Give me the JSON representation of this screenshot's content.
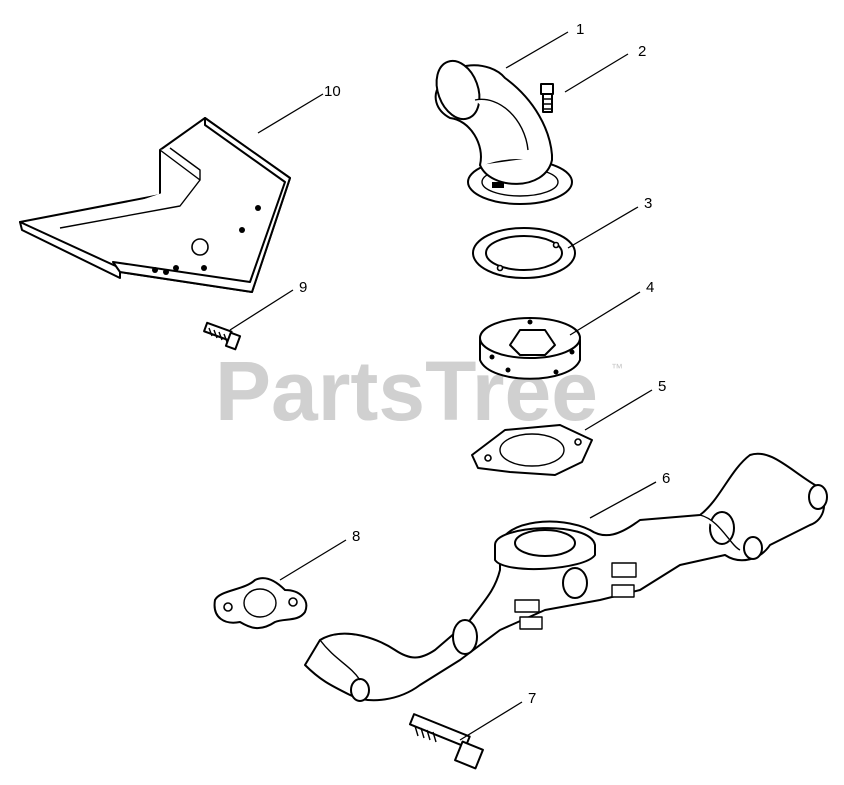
{
  "watermark": {
    "text": "PartsTree",
    "trademark": "™",
    "color": "#c8c8c8"
  },
  "callouts": [
    {
      "id": "1",
      "part": "exhaust elbow"
    },
    {
      "id": "2",
      "part": "screw"
    },
    {
      "id": "3",
      "part": "gasket"
    },
    {
      "id": "4",
      "part": "spacer plate"
    },
    {
      "id": "5",
      "part": "gasket"
    },
    {
      "id": "6",
      "part": "exhaust manifold"
    },
    {
      "id": "7",
      "part": "bolt"
    },
    {
      "id": "8",
      "part": "gasket"
    },
    {
      "id": "9",
      "part": "screw"
    },
    {
      "id": "10",
      "part": "heat shield bracket"
    }
  ]
}
